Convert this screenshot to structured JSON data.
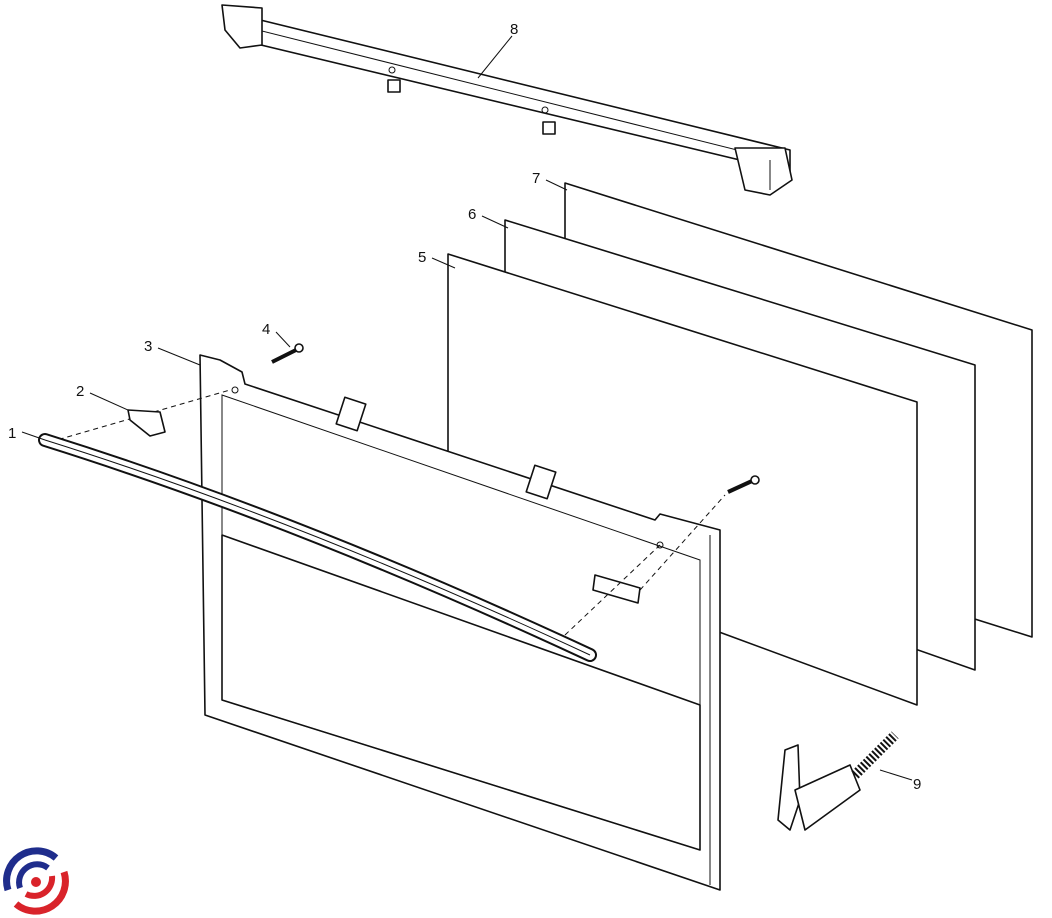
{
  "diagram": {
    "title": "Oven door exploded view",
    "parts": [
      {
        "number": "1",
        "name": "handle"
      },
      {
        "number": "2",
        "name": "handle-end-cap"
      },
      {
        "number": "3",
        "name": "outer-door-frame"
      },
      {
        "number": "4",
        "name": "screw"
      },
      {
        "number": "5",
        "name": "glass-pane-front"
      },
      {
        "number": "6",
        "name": "glass-pane-middle"
      },
      {
        "number": "7",
        "name": "glass-pane-rear"
      },
      {
        "number": "8",
        "name": "top-door-trim-bar"
      },
      {
        "number": "9",
        "name": "door-hinge"
      }
    ]
  },
  "logo": {
    "colors": {
      "blue": "#1f2d8c",
      "red": "#d9232a"
    }
  }
}
